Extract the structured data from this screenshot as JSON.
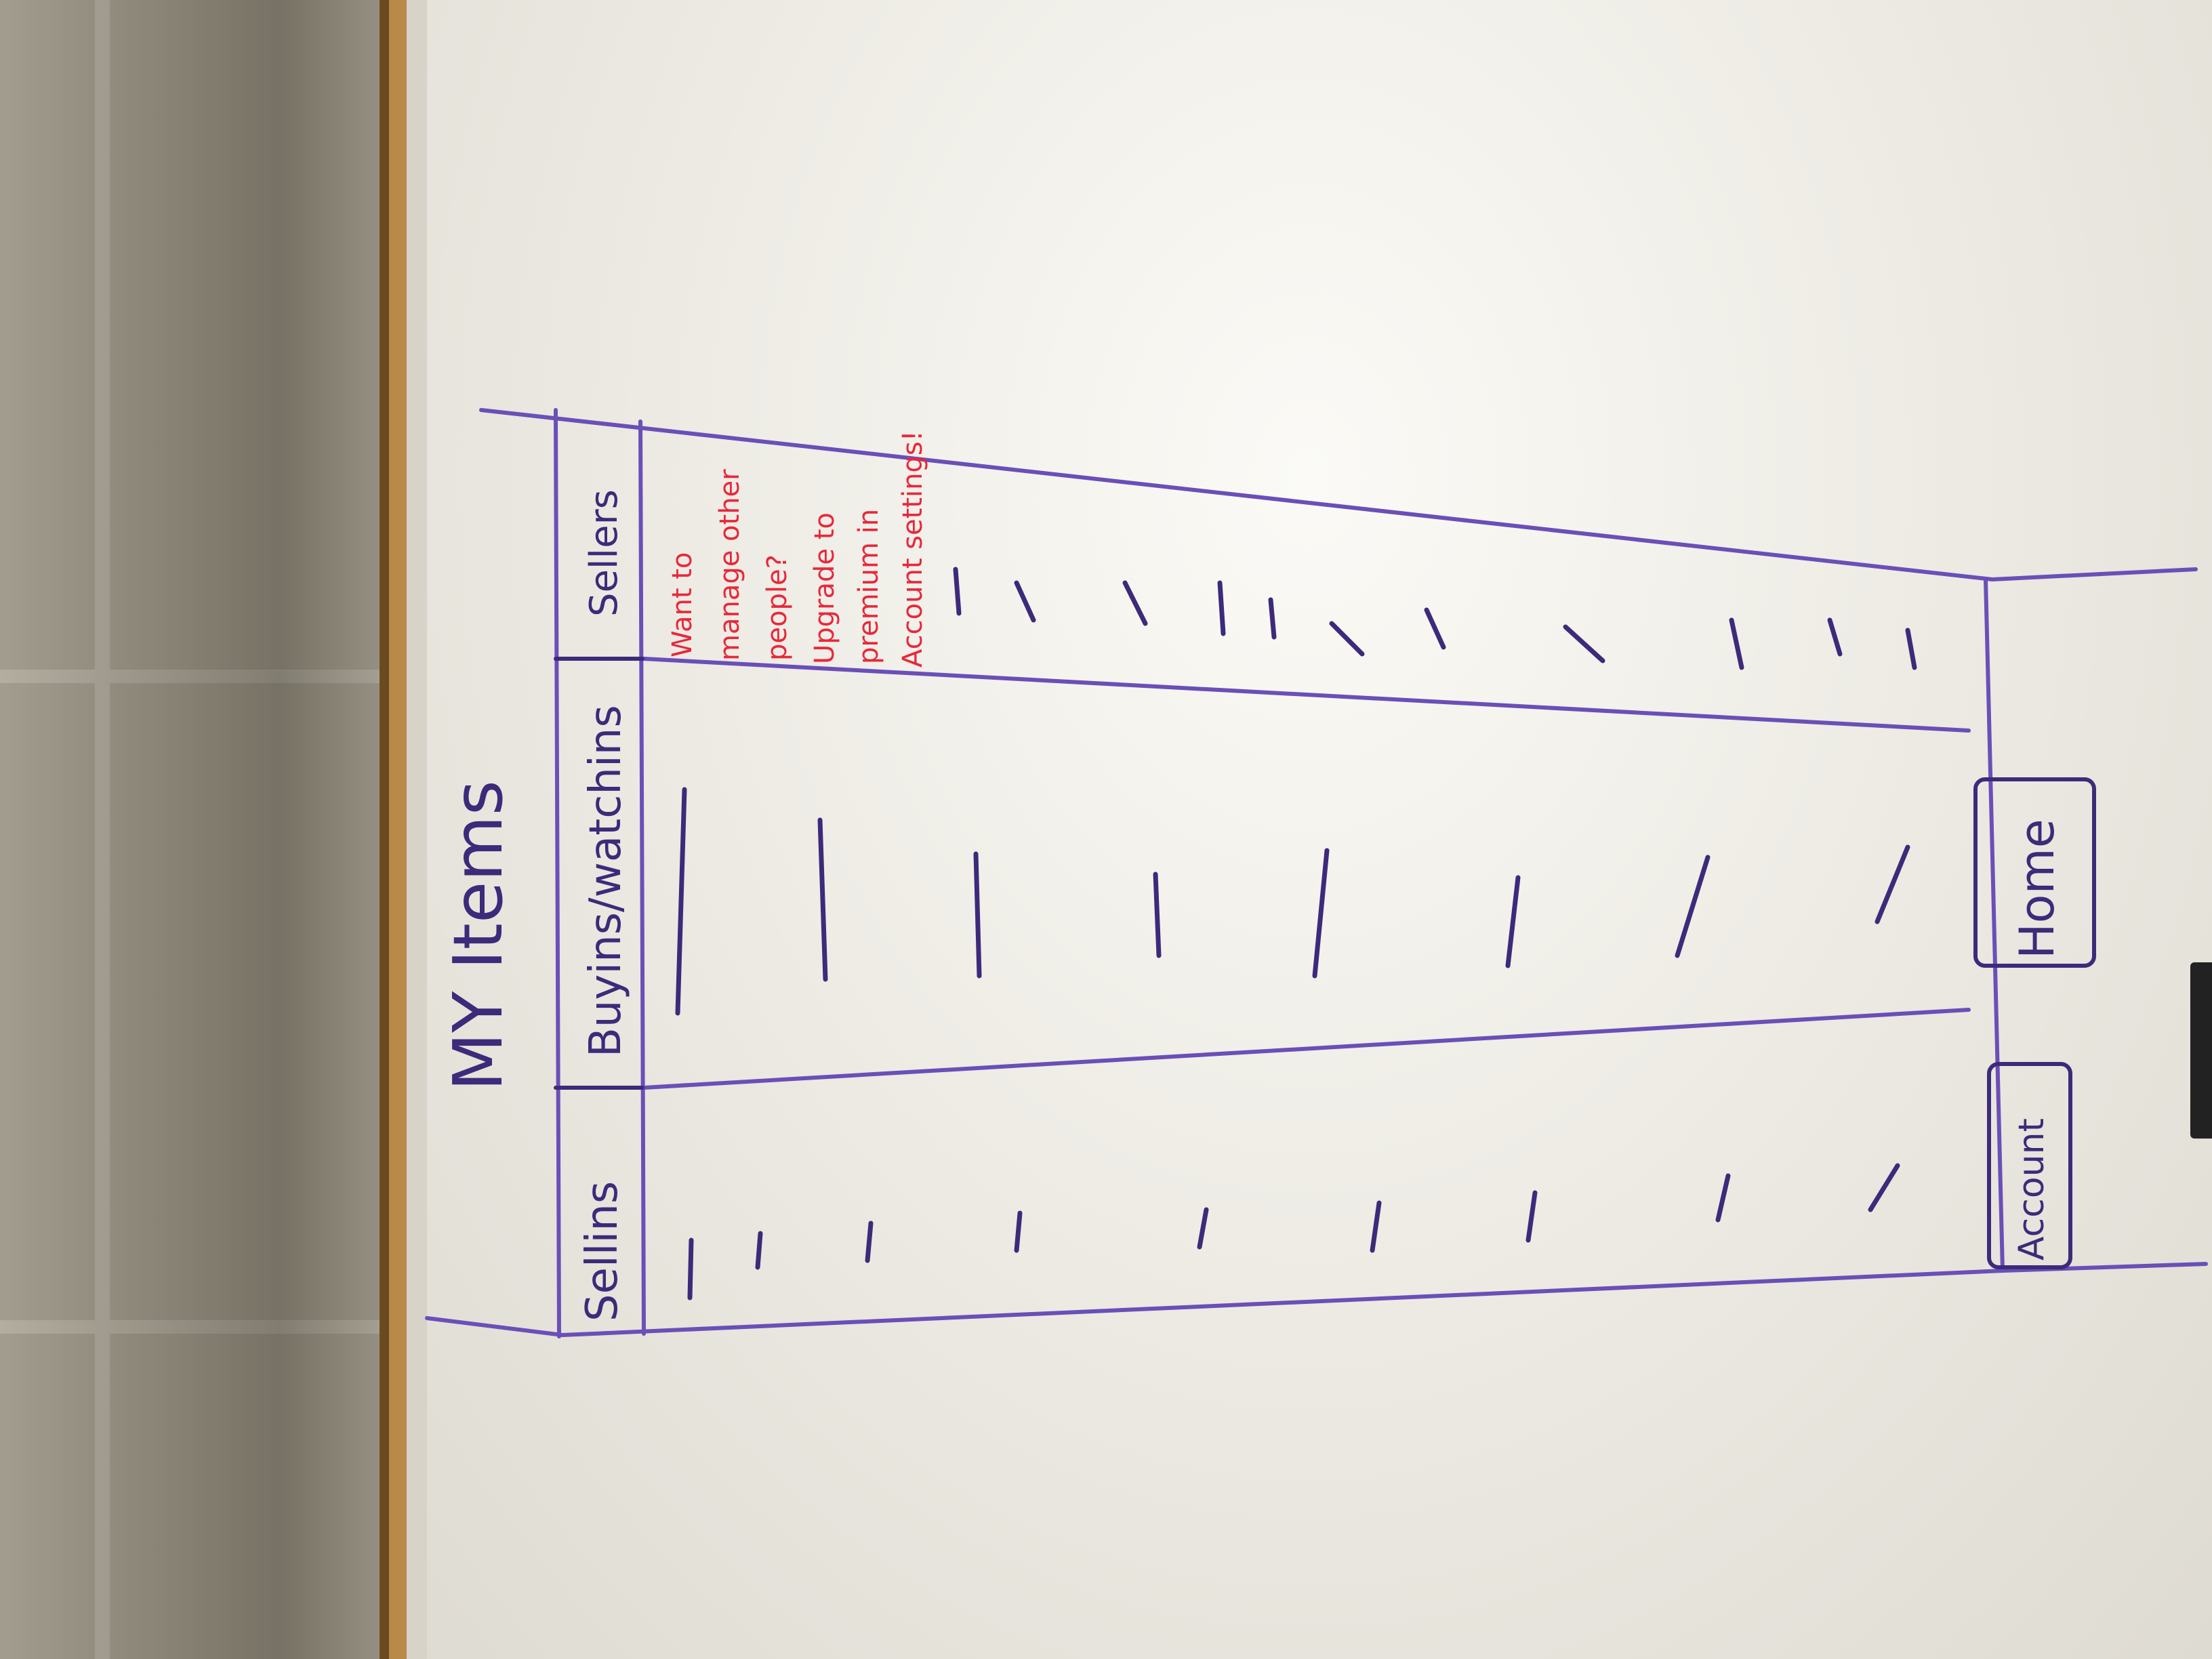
{
  "colors": {
    "ink_purple": "#3d2a7a",
    "frame_purple": "#6a4fb8",
    "ink_red": "#e8283a"
  },
  "sketch": {
    "title": "MY Items",
    "tabs": {
      "selling": "Sellins",
      "buying": "Buyins/watchins",
      "sellers": "Sellers"
    },
    "premium_note": {
      "line1": "Want to",
      "line2": "manage other",
      "line3": "people?",
      "line4": "Upgrade to",
      "line5": "premium in",
      "line6": "Account settings!"
    },
    "buttons": {
      "home": "Home",
      "account": "Account"
    }
  }
}
